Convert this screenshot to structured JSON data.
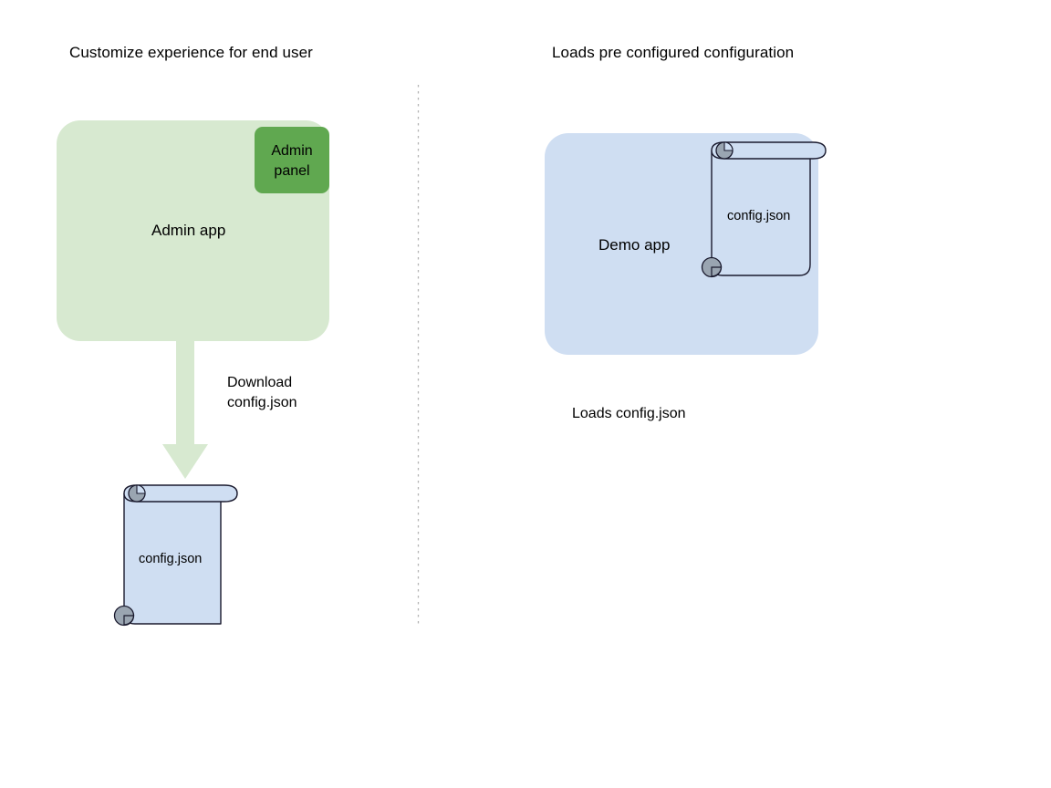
{
  "diagram": {
    "title_left": "Customize experience for end user",
    "title_right": "Loads pre configured configuration",
    "colors": {
      "app_green_fill": "#d7e9d0",
      "badge_green_fill": "#60a850",
      "app_blue_fill": "#cfdef2",
      "scroll_fill": "#cfdef2",
      "scroll_stroke": "#1a1a2e",
      "roll_fill": "#9aa5b1",
      "arrow_fill": "#d7e9d0",
      "divider": "#b0b0b0",
      "text": "#000000"
    },
    "divider": {
      "name": "vertical-dotted-divider"
    },
    "left_column": {
      "app_box": {
        "label": "Admin app",
        "badge": {
          "line1": "Admin",
          "line2": "panel"
        }
      },
      "arrow": {
        "label_line1": "Download",
        "label_line2": "config.json",
        "direction": "down"
      },
      "document": {
        "label": "config.json"
      }
    },
    "right_column": {
      "app_box": {
        "label": "Demo app"
      },
      "document": {
        "label": "config.json"
      },
      "caption": "Loads config.json"
    }
  }
}
